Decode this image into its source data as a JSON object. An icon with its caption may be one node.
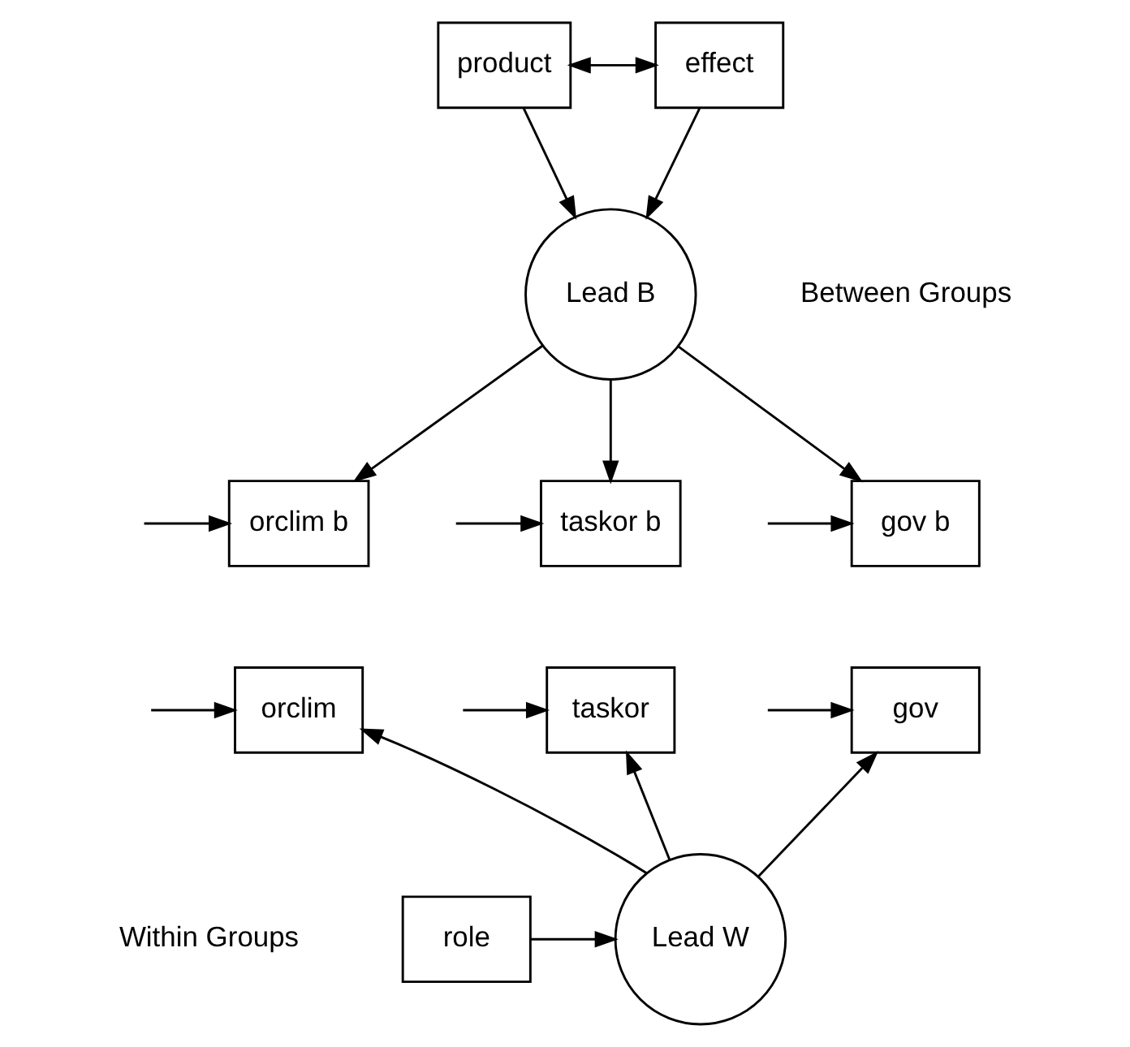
{
  "diagram": {
    "nodes": [
      {
        "text": [
          "product"
        ]
      },
      {
        "text": [
          "effect"
        ]
      },
      {
        "text": [
          "Lead B"
        ]
      },
      {
        "text": [
          "gov b"
        ]
      },
      {
        "text": [
          "orclim b"
        ]
      },
      {
        "text": [
          "taskor b"
        ]
      },
      {
        "text": [
          "gov"
        ]
      },
      {
        "text": [
          "orclim"
        ]
      },
      {
        "text": [
          "taskor"
        ]
      },
      {
        "text": [
          "role"
        ]
      },
      {
        "text": [
          "Lead W"
        ]
      }
    ],
    "edges": [
      {
        "from": 0,
        "to": 2,
        "arrow": "to"
      },
      {
        "from": 1,
        "to": 2,
        "arrow": "to"
      },
      {
        "from": 0,
        "to": 1,
        "arrow": "both"
      },
      {
        "from": 2,
        "to": 3,
        "arrow": "to"
      },
      {
        "from": 2,
        "to": 4,
        "arrow": "to"
      },
      {
        "from": 2,
        "to": 5,
        "arrow": "to"
      },
      {
        "from": null,
        "to": 3,
        "arrow": "to"
      },
      {
        "from": null,
        "to": 4,
        "arrow": "to"
      },
      {
        "from": null,
        "to": 5,
        "arrow": "to"
      },
      {
        "from": null,
        "to": 6,
        "arrow": "to"
      },
      {
        "from": null,
        "to": 7,
        "arrow": "to"
      },
      {
        "from": null,
        "to": 8,
        "arrow": "to"
      },
      {
        "from": 10,
        "to": 6,
        "arrow": "to"
      },
      {
        "from": 10,
        "to": 7,
        "arrow": "to"
      },
      {
        "from": 10,
        "to": 8,
        "arrow": "to"
      },
      {
        "from": 9,
        "to": 10,
        "arrow": "to"
      }
    ],
    "labels": [
      "Between Groups",
      "Within Groups"
    ]
  }
}
